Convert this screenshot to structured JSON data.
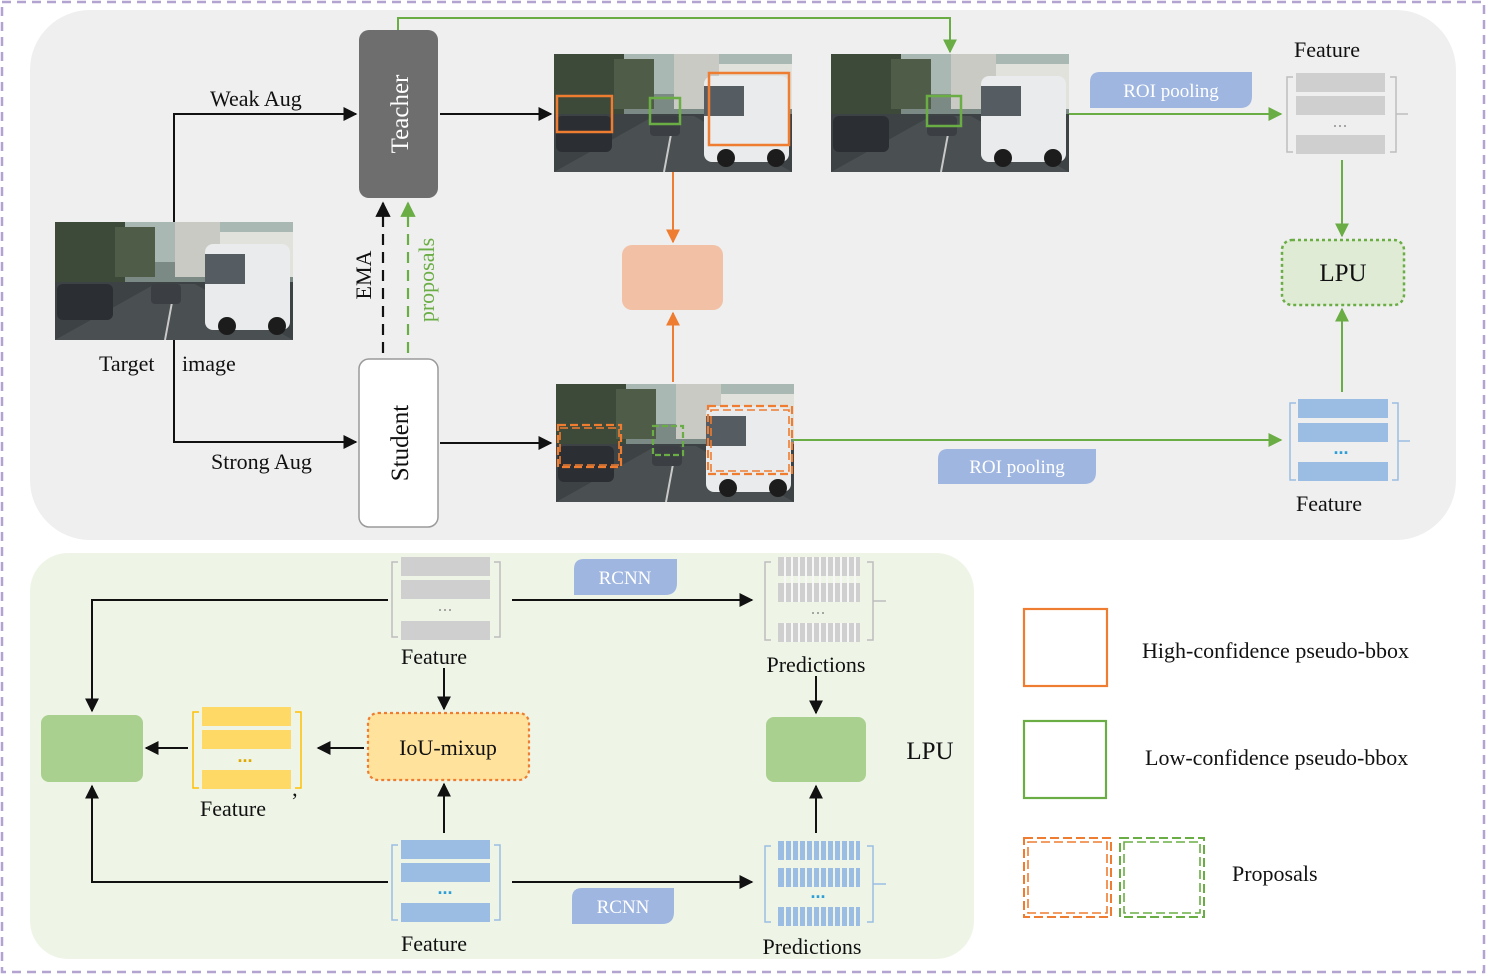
{
  "top_panel": {
    "target_image_label_left": "Target",
    "target_image_label_right": "image",
    "weak_aug": "Weak Aug",
    "strong_aug": "Strong Aug",
    "teacher": "Teacher",
    "student": "Student",
    "ema": "EMA",
    "proposals": "proposals",
    "roi_pooling_top": "ROI pooling",
    "roi_pooling_bottom": "ROI pooling",
    "feature_top": "Feature",
    "feature_bottom": "Feature",
    "lpu": "LPU",
    "dots_top": "...",
    "dots_bottom": "..."
  },
  "bottom_panel": {
    "feature_top": "Feature",
    "feature_bottom": "Feature",
    "feature_mixed": "Feature",
    "feature_mixed_prime": "’",
    "predictions_top": "Predictions",
    "predictions_bottom": "Predictions",
    "rcnn_top": "RCNN",
    "rcnn_bottom": "RCNN",
    "iou_mixup": "IoU-mixup",
    "lpu": "LPU",
    "dots": "..."
  },
  "legend": {
    "high_conf": "High-confidence pseudo-bbox",
    "low_conf": "Low-confidence pseudo-bbox",
    "proposals": "Proposals"
  },
  "colors": {
    "orange": "#ee7d31",
    "green": "#6aad45",
    "gray_feature": "#cfcfcf",
    "blue_feature": "#9bbde3",
    "yellow_feature": "#ffd966",
    "pill_blue": "#9fb6e0",
    "top_panel_bg": "#efefef",
    "bottom_panel_bg": "#eef5e7",
    "outer_dash": "#b3a3d0"
  }
}
